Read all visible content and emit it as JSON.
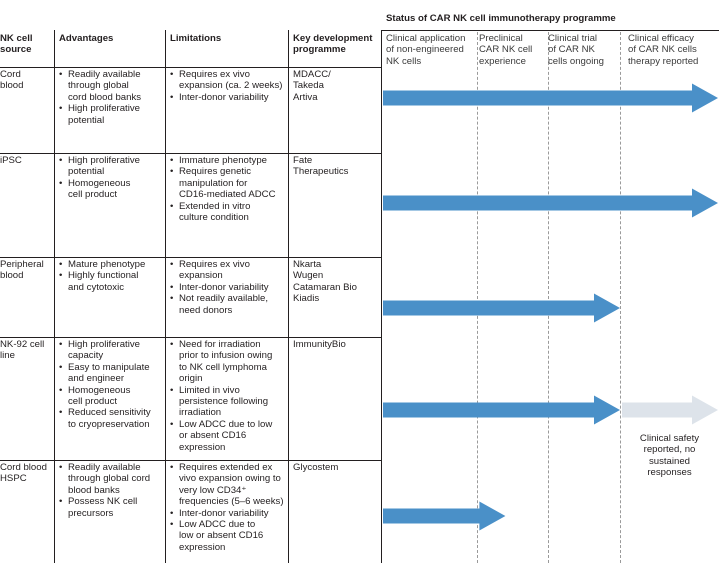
{
  "title": "Status of CAR NK cell immunotherapy programme",
  "columns": {
    "source": "NK cell source",
    "advantages": "Advantages",
    "limitations": "Limitations",
    "programme": "Key development programme"
  },
  "stages": [
    [
      "Clinical application",
      "of non-engineered",
      "NK cells"
    ],
    [
      "Preclinical",
      "CAR NK cell",
      "experience"
    ],
    [
      "Clinical trial",
      "of CAR NK",
      "cells ongoing"
    ],
    [
      "Clinical efficacy",
      "of CAR NK cells",
      "therapy reported"
    ]
  ],
  "rows": [
    {
      "source": [
        "Cord",
        "blood"
      ],
      "advantages": [
        [
          "Readily available",
          "through global",
          "cord blood banks"
        ],
        [
          "High proliferative",
          "potential"
        ]
      ],
      "limitations": [
        [
          "Requires ex vivo",
          "expansion (ca. 2 weeks)"
        ],
        [
          "Inter-donor variability"
        ]
      ],
      "programme": [
        "MDACC/",
        "Takeda",
        "Artiva"
      ],
      "progress_stages": 4,
      "arrow_color": "#4a90c8"
    },
    {
      "source": [
        "iPSC"
      ],
      "advantages": [
        [
          "High proliferative",
          "potential"
        ],
        [
          "Homogeneous",
          "cell product"
        ]
      ],
      "limitations": [
        [
          "Immature phenotype"
        ],
        [
          "Requires genetic",
          "manipulation for",
          "CD16-mediated ADCC"
        ],
        [
          "Extended in vitro",
          "culture condition"
        ]
      ],
      "programme": [
        "Fate",
        "Therapeutics"
      ],
      "progress_stages": 4,
      "arrow_color": "#4a90c8"
    },
    {
      "source": [
        "Peripheral",
        "blood"
      ],
      "advantages": [
        [
          "Mature phenotype"
        ],
        [
          "Highly functional",
          "and cytotoxic"
        ]
      ],
      "limitations": [
        [
          "Requires ex vivo",
          "expansion"
        ],
        [
          "Inter-donor variability"
        ],
        [
          "Not readily available,",
          "need donors"
        ]
      ],
      "programme": [
        "Nkarta",
        "Wugen",
        "Catamaran Bio",
        "Kiadis"
      ],
      "progress_stages": 3,
      "arrow_color": "#4a90c8"
    },
    {
      "source": [
        "NK-92 cell",
        "line"
      ],
      "advantages": [
        [
          "High proliferative",
          "capacity"
        ],
        [
          "Easy to manipulate",
          "and engineer"
        ],
        [
          "Homogeneous",
          "cell product"
        ],
        [
          "Reduced sensitivity",
          "to cryopreservation"
        ]
      ],
      "limitations": [
        [
          "Need for irradiation",
          "prior to infusion owing",
          "to NK cell lymphoma",
          "origin"
        ],
        [
          "Limited in vivo",
          "persistence following",
          "irradiation"
        ],
        [
          "Low ADCC due to low",
          "or absent CD16",
          "expression"
        ]
      ],
      "programme": [
        "ImmunityBio"
      ],
      "progress_stages": 3,
      "arrow_color": "#4a90c8",
      "extension_stages": 4,
      "extension_color": "#dde3ea",
      "note": [
        "Clinical safety",
        "reported, no",
        "sustained",
        "responses"
      ]
    },
    {
      "source": [
        "Cord blood",
        "HSPC"
      ],
      "advantages": [
        [
          "Readily available",
          "through global cord",
          "blood banks"
        ],
        [
          "Possess NK cell",
          "precursors"
        ]
      ],
      "limitations": [
        [
          "Requires extended ex",
          "vivo expansion owing to",
          "very low CD34⁺",
          "frequencies (5–6 weeks)"
        ],
        [
          "Inter-donor variability"
        ],
        [
          "Low ADCC due to",
          "low or absent CD16",
          "expression"
        ]
      ],
      "programme": [
        "Glycostem"
      ],
      "progress_stages": 1.4,
      "arrow_color": "#4a90c8"
    }
  ]
}
